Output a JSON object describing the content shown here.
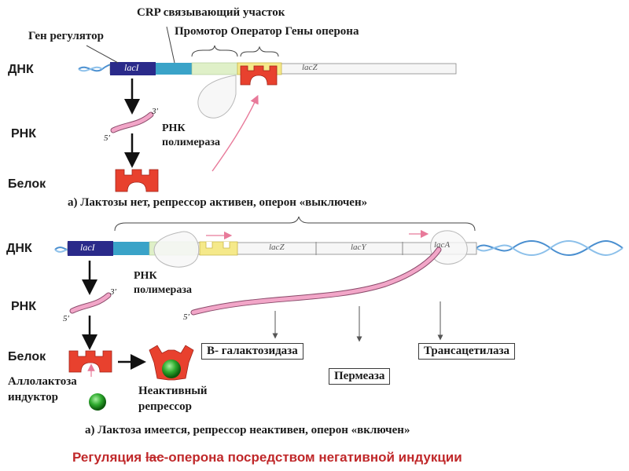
{
  "top": {
    "crp_site": "CRP связывающий участок",
    "regulator_gene": "Ген регулятор",
    "promoter_operator_genes": "Промотор Оператор Гены оперона",
    "dna": "ДНК",
    "rna": "РНК",
    "protein": "Белок",
    "rna_polymerase_1": "РНК",
    "rna_polymerase_2": "полимераза",
    "laci": "lacI",
    "lacz": "lacZ",
    "prime3": "3′",
    "prime5": "5′",
    "caption": "а) Лактозы нет, репрессор активен, оперон «выключен»"
  },
  "bottom": {
    "dna": "ДНК",
    "rna": "РНК",
    "protein": "Белок",
    "allolactose_1": "Аллолактоза",
    "allolactose_2": "индуктор",
    "rna_polymerase_1": "РНК",
    "rna_polymerase_2": "полимераза",
    "inactive_1": "Неактивный",
    "inactive_2": "репрессор",
    "laci": "lacI",
    "lacz": "lacZ",
    "lacy": "lacY",
    "laca": "lacA",
    "prime3": "3′",
    "prime5": "5′",
    "prime5_mrna": "5′",
    "galactosidase": "В- галактозидаза",
    "permease": "Пермеаза",
    "transacetylase": "Трансацетилаза",
    "caption": "а) Лактоза имеется, репрессор неактивен, оперон «включен»"
  },
  "footer": {
    "title_before": "Регуляция ",
    "title_lac": "lac",
    "title_after": "-оперона посредством негативной индукции"
  },
  "colors": {
    "laci": "#2a2a8a",
    "crp": "#3aa3c8",
    "promoter": "#dff0c8",
    "operator": "#f5e98a",
    "repressor": "#e8412e",
    "mrna": "#f2a6c8",
    "inducer": "#2eaa2e",
    "footer_text": "#c0282a"
  }
}
